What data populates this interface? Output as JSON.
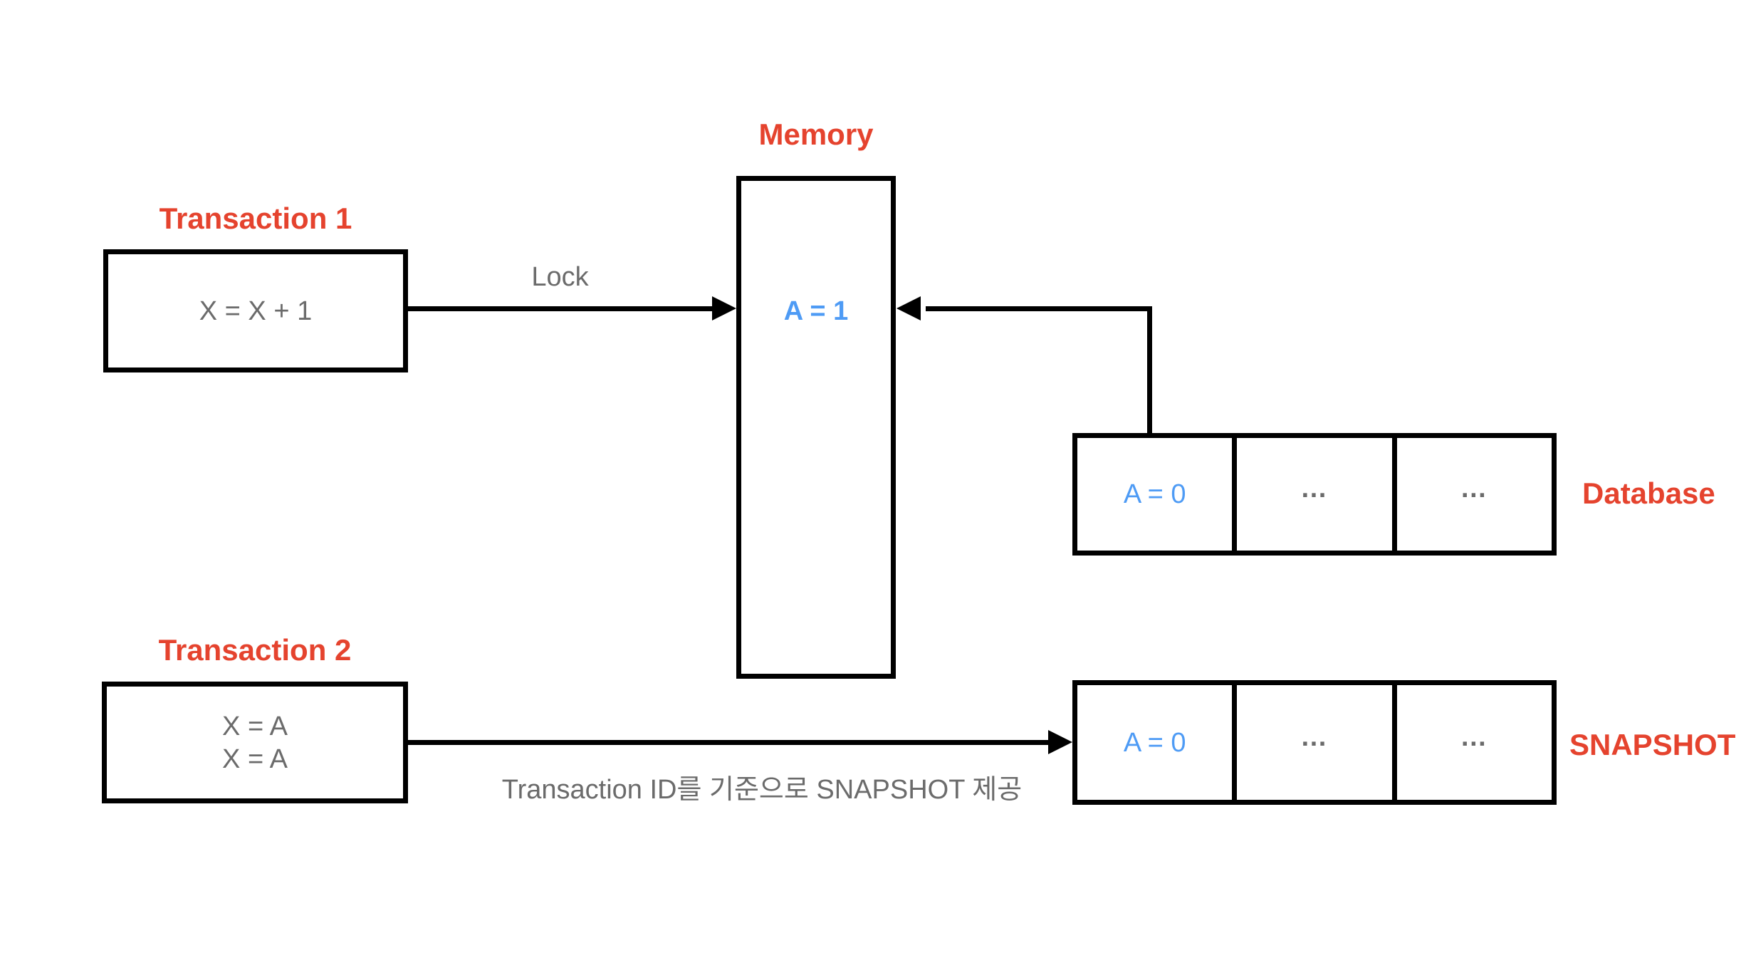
{
  "colors": {
    "red": "#E5432E",
    "blue": "#4E9BF5",
    "gray": "#6B6B6B",
    "line": "#000000"
  },
  "memory": {
    "label": "Memory",
    "value": "A = 1"
  },
  "transaction1": {
    "label": "Transaction 1",
    "code": "X = X + 1"
  },
  "lock_arrow": {
    "label": "Lock"
  },
  "transaction2": {
    "label": "Transaction 2",
    "code_line1": "X = A",
    "code_line2": "X = A"
  },
  "snapshot_arrow": {
    "note": "Transaction ID를 기준으로 SNAPSHOT 제공"
  },
  "database": {
    "label": "Database",
    "cells": [
      "A = 0",
      "…",
      "…"
    ]
  },
  "snapshot": {
    "label": "SNAPSHOT",
    "cells": [
      "A = 0",
      "…",
      "…"
    ]
  }
}
